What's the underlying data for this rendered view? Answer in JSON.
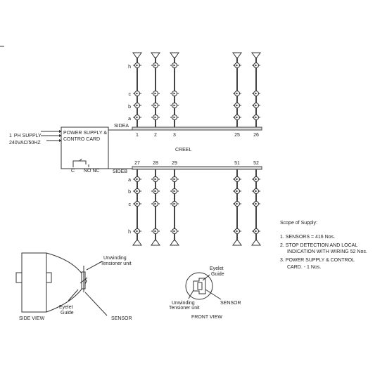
{
  "supply": {
    "line1": "PH SUPPLY",
    "line1_prefix": "1",
    "line2": "240VAC/50HZ"
  },
  "card": {
    "title_line1": "POWER SUPPLY &",
    "title_line2": "CONTRO CARD",
    "terminal_c": "C",
    "terminal_no_nc": "NO NC"
  },
  "creel": {
    "label": "CREEL",
    "side_a": "SIDEA",
    "side_b": "SIDEB",
    "side_a_numbers": [
      "1",
      "2",
      "3",
      "25",
      "26"
    ],
    "side_b_numbers": [
      "27",
      "28",
      "29",
      "51",
      "52"
    ],
    "row_labels_top": [
      "h",
      "c",
      "b",
      "a"
    ],
    "row_labels_bottom": [
      "a",
      "b",
      "c",
      "h"
    ]
  },
  "side_view": {
    "caption": "SIDE VIEW",
    "unwinding_line1": "Unwinding",
    "unwinding_line2": "Tensioner unit",
    "eyelet_line1": "Eyelet",
    "eyelet_line2": "Guide",
    "sensor": "SENSOR"
  },
  "front_view": {
    "caption": "FRONT VIEW",
    "eyelet_line1": "Eyelet",
    "eyelet_line2": "Guide",
    "unwinding_line1": "Unwinding",
    "unwinding_line2": "Tensioner unit",
    "sensor": "SENSOR"
  },
  "scope": {
    "title": "Scope of Supply:",
    "item1": "1. SENSORS = 416 Nos.",
    "item2_line1": "2. STOP DETECTION AND LOCAL",
    "item2_line2": "INDICATION WITH WIRING 52 Nos.",
    "item3_line1": "3. POWER SUPPLY & CONTROL",
    "item3_line2": "CARD. - 1 Nos."
  }
}
